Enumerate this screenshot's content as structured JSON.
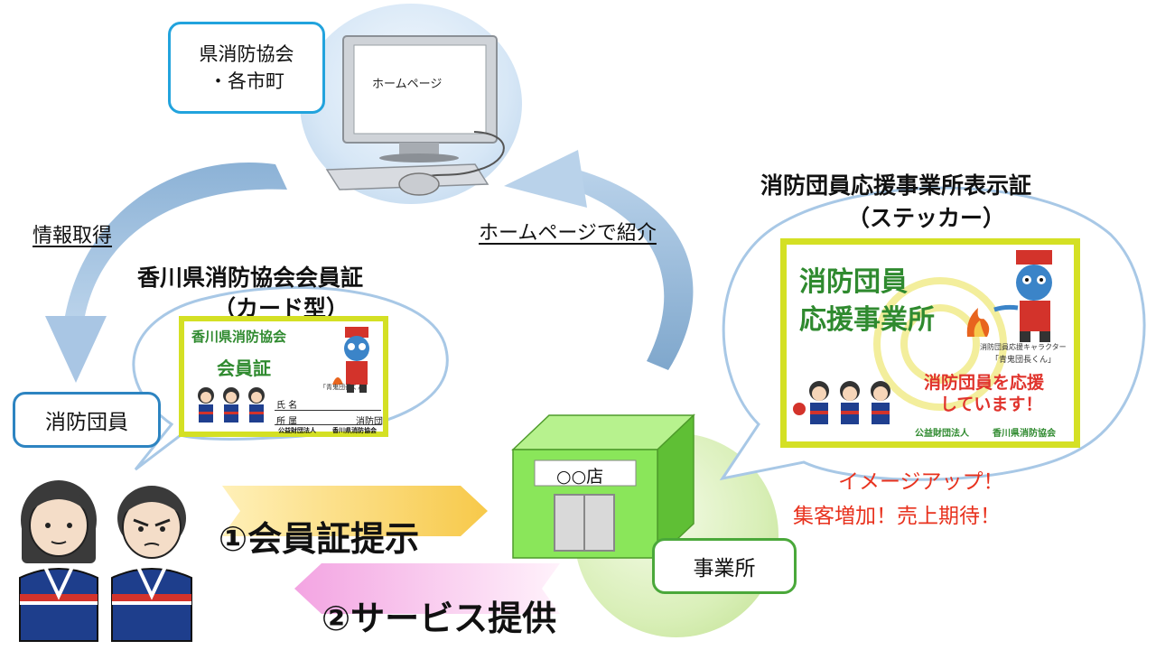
{
  "org_box": {
    "line1": "県消防協会",
    "line2": "・各市町"
  },
  "computer": {
    "screen_text": "ホームページ"
  },
  "info_label": "情報取得",
  "homepage_label": "ホームページで紹介",
  "member_box": "消防団員",
  "office_box": "事業所",
  "shop_sign": "○○店",
  "card": {
    "title_line1": "香川県消防協会会員証",
    "title_line2": "（カード型）",
    "header": "香川県消防協会",
    "main": "会員証",
    "field_name": "氏 名",
    "field_affil": "所 属",
    "field_suffix": "消防団",
    "footer_left": "公益財団法人",
    "footer_right": "香川県消防協会"
  },
  "sticker": {
    "title_line1": "消防団員応援事業所表示証",
    "title_line2": "（ステッカー）",
    "main_line1": "消防団員",
    "main_line2": "応援事業所",
    "char_caption1": "消防団員応援キャラクター",
    "char_caption2": "「青鬼団長くん」",
    "msg_line1": "消防団員を応援",
    "msg_line2": "しています！",
    "footer_left": "公益財団法人",
    "footer_right": "香川県消防協会"
  },
  "benefit": {
    "line1": "イメージアップ！",
    "line2": "集客増加！売上期待！"
  },
  "step1": "①会員証提示",
  "step2": "②サービス提供",
  "colors": {
    "frame_yellow": "#d4e024",
    "card_green": "#2f8a2f",
    "sticker_red": "#e0332c",
    "bubble_border": "#a8c8e6",
    "box_blue": "#22a3dd",
    "arrow_blue": "#7fa7cc",
    "building_green": "#8ae65a",
    "benefit_red": "#e8321e"
  }
}
